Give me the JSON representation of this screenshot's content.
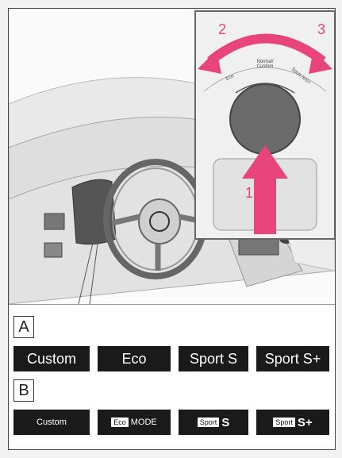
{
  "inset": {
    "arrow_numbers": [
      "1",
      "2",
      "3"
    ],
    "dial_labels": {
      "left": "Eco",
      "center": "Normal/ Custom",
      "right": "Sport S/S+"
    }
  },
  "legend": {
    "section_a": {
      "tag": "A",
      "indicators": [
        "Custom",
        "Eco",
        "Sport S",
        "Sport S+"
      ]
    },
    "section_b": {
      "tag": "B",
      "indicators": [
        {
          "text": "Custom"
        },
        {
          "boxed": "Eco",
          "text": "MODE"
        },
        {
          "boxed": "Sport",
          "text": "S"
        },
        {
          "boxed": "Sport",
          "text": "S+"
        }
      ]
    }
  },
  "colors": {
    "arrow": "#e8457c",
    "indicator_bg": "#1a1a1a"
  }
}
